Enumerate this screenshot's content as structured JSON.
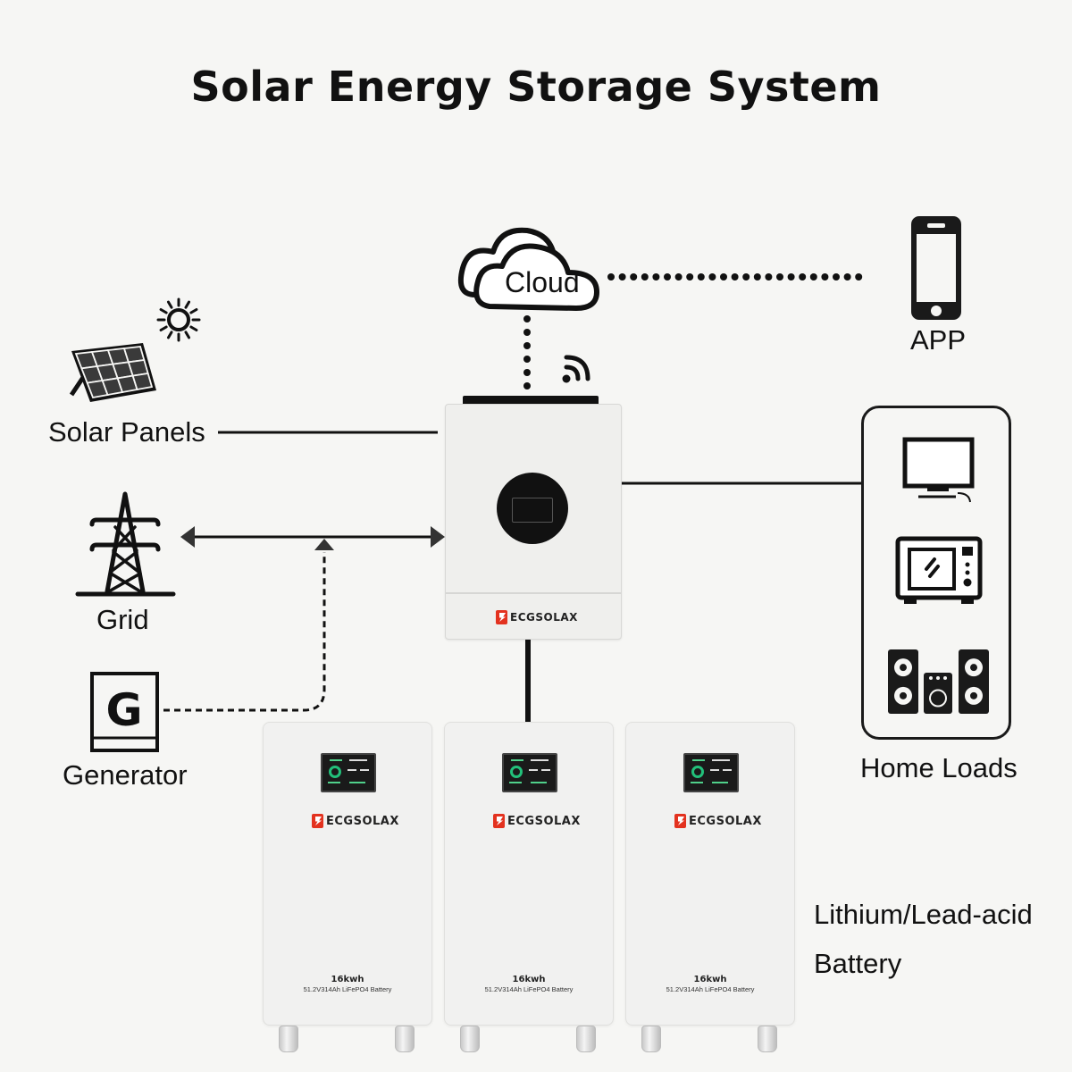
{
  "title": "Solar Energy Storage System",
  "nodes": {
    "solar": {
      "label": "Solar Panels",
      "icon": "solar-panel-icon"
    },
    "grid": {
      "label": "Grid",
      "icon": "transmission-tower-icon"
    },
    "generator": {
      "label": "Generator",
      "icon": "generator-icon",
      "glyph": "G"
    },
    "cloud": {
      "label": "Cloud",
      "icon": "cloud-icon"
    },
    "app": {
      "label": "APP",
      "icon": "smartphone-icon"
    },
    "home_loads": {
      "label": "Home Loads",
      "items": [
        "tv-icon",
        "microwave-icon",
        "speakers-icon"
      ]
    },
    "inverter": {
      "brand": "ECGSOLAX",
      "icon": "wifi-icon"
    },
    "battery_label": {
      "line1": "Lithium/Lead-acid",
      "line2": "Battery"
    }
  },
  "batteries": [
    {
      "brand": "ECGSOLAX",
      "capacity": "16kwh",
      "spec": "51.2V314Ah  LiFePO4 Battery"
    },
    {
      "brand": "ECGSOLAX",
      "capacity": "16kwh",
      "spec": "51.2V314Ah  LiFePO4 Battery"
    },
    {
      "brand": "ECGSOLAX",
      "capacity": "16kwh",
      "spec": "51.2V314Ah  LiFePO4 Battery"
    }
  ],
  "colors": {
    "background": "#f6f6f4",
    "line": "#111111",
    "brand_red": "#e3321f",
    "bms_green": "#22c07a"
  }
}
